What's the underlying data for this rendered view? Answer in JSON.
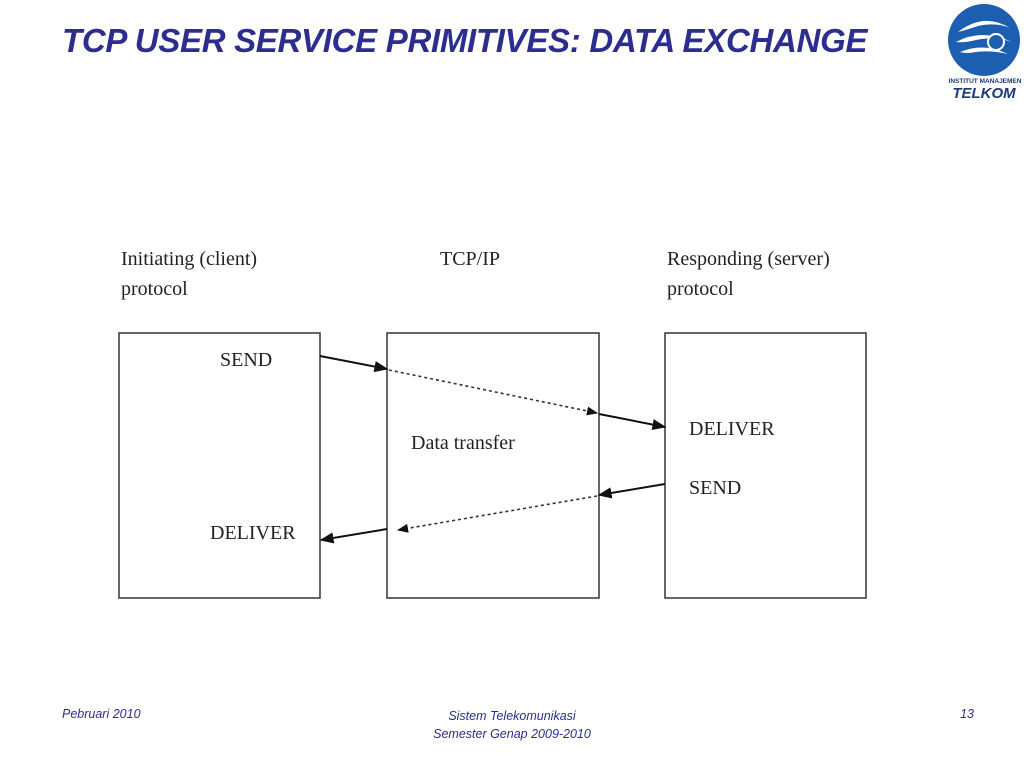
{
  "slide": {
    "title": "TCP USER SERVICE PRIMITIVES:  DATA EXCHANGE"
  },
  "logo": {
    "subtitle": "INSTITUT MANAJEMEN",
    "brand": "TELKOM",
    "colors": {
      "primary": "#1c5fb0",
      "dark": "#1c3a78"
    }
  },
  "diagram": {
    "client_label": [
      "Initiating (client)",
      "protocol"
    ],
    "tcpip_label": "TCP/IP",
    "server_label": [
      "Responding (server)",
      "protocol"
    ],
    "client_send": "SEND",
    "client_deliver": "DELIVER",
    "middle_text": "Data transfer",
    "server_deliver": "DELIVER",
    "server_send": "SEND"
  },
  "footer": {
    "date": "Pebruari 2010",
    "course_line1": "Sistem Telekomunikasi",
    "course_line2": "Semester Genap 2009-2010",
    "page_number": "13"
  },
  "colors": {
    "title": "#2b2d8f",
    "footer": "#2b2d8f"
  }
}
